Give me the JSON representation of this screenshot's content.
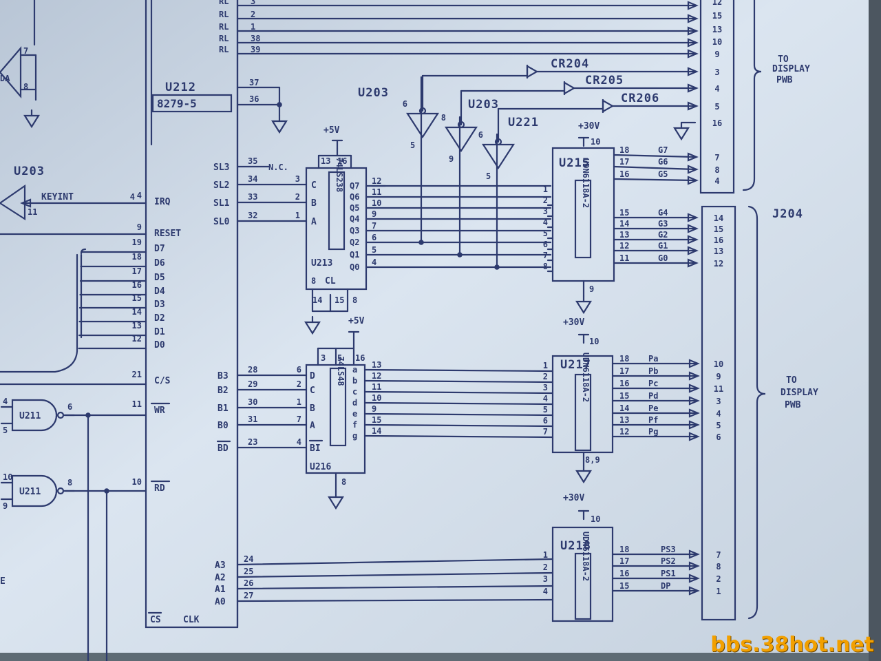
{
  "schematic": {
    "u212": {
      "ref": "U212",
      "part": "8279-5"
    },
    "u203_left": {
      "ref": "U203",
      "signal": "KEYINT",
      "pin_out": "11",
      "pin_in": "4"
    },
    "u212_pins": [
      {
        "name": "IRQ",
        "num": "4"
      },
      {
        "name": "RESET",
        "num": "9"
      },
      {
        "name": "D7",
        "num": "19"
      },
      {
        "name": "D6",
        "num": "18"
      },
      {
        "name": "D5",
        "num": "17"
      },
      {
        "name": "D4",
        "num": "16"
      },
      {
        "name": "D3",
        "num": "15"
      },
      {
        "name": "D2",
        "num": "14"
      },
      {
        "name": "D1",
        "num": "13"
      },
      {
        "name": "D0",
        "num": "12"
      },
      {
        "name": "C/S",
        "num": "21"
      },
      {
        "name": "WR",
        "num": "11"
      },
      {
        "name": "RD",
        "num": "10"
      },
      {
        "name": "CS",
        "num": ""
      },
      {
        "name": "CLK",
        "num": ""
      }
    ],
    "rl_pins": [
      {
        "name": "RL",
        "num": "3"
      },
      {
        "name": "RL",
        "num": "2"
      },
      {
        "name": "RL",
        "num": "1"
      },
      {
        "name": "RL",
        "num": "38"
      },
      {
        "name": "RL",
        "num": "39"
      }
    ],
    "gnd_pins": [
      "37",
      "36"
    ],
    "sl_pins": [
      {
        "name": "SL3",
        "num": "35",
        "note": "N.C."
      },
      {
        "name": "SL2",
        "num": "34"
      },
      {
        "name": "SL1",
        "num": "33"
      },
      {
        "name": "SL0",
        "num": "32"
      }
    ],
    "b_pins": [
      {
        "name": "B3",
        "num": "28"
      },
      {
        "name": "B2",
        "num": "29"
      },
      {
        "name": "B1",
        "num": "30"
      },
      {
        "name": "B0",
        "num": "31"
      },
      {
        "name": "BD",
        "num": "23"
      }
    ],
    "a_pins": [
      {
        "name": "A3",
        "num": "24"
      },
      {
        "name": "A2",
        "num": "25"
      },
      {
        "name": "A1",
        "num": "26"
      },
      {
        "name": "A0",
        "num": "27"
      }
    ],
    "u213": {
      "ref": "U213",
      "part": "74LS238",
      "supply": "+5V",
      "top_pins": [
        "13",
        "16"
      ],
      "bottom_pins": [
        "14",
        "15",
        "8"
      ],
      "clr": "CL",
      "clr_pin": "8",
      "inputs": [
        {
          "name": "C",
          "num": "3"
        },
        {
          "name": "B",
          "num": "2"
        },
        {
          "name": "A",
          "num": "1"
        }
      ],
      "outputs": [
        {
          "name": "Q7",
          "num": "12"
        },
        {
          "name": "Q6",
          "num": "11"
        },
        {
          "name": "Q5",
          "num": "10"
        },
        {
          "name": "Q4",
          "num": "9"
        },
        {
          "name": "Q3",
          "num": "7"
        },
        {
          "name": "Q2",
          "num": "6"
        },
        {
          "name": "Q1",
          "num": "5"
        },
        {
          "name": "Q0",
          "num": "4"
        }
      ]
    },
    "u216": {
      "ref": "U216",
      "part": "74LS48",
      "supply": "+5V",
      "top_pins": [
        "3",
        "5",
        "16"
      ],
      "gnd_pin": "8",
      "inputs": [
        {
          "name": "D",
          "num": "6"
        },
        {
          "name": "C",
          "num": "2"
        },
        {
          "name": "B",
          "num": "1"
        },
        {
          "name": "A",
          "num": "7"
        },
        {
          "name": "BI",
          "num": "4"
        }
      ],
      "outputs": [
        {
          "name": "a",
          "num": "13"
        },
        {
          "name": "b",
          "num": "12"
        },
        {
          "name": "c",
          "num": "11"
        },
        {
          "name": "d",
          "num": "10"
        },
        {
          "name": "e",
          "num": "9"
        },
        {
          "name": "f",
          "num": "15"
        },
        {
          "name": "g",
          "num": "14"
        }
      ]
    },
    "u215": {
      "ref": "U215",
      "part": "UDN6118A-2",
      "supply": "+30V",
      "supply_pin": "10",
      "gnd_pin": "9",
      "inputs": [
        "1",
        "2",
        "3",
        "4",
        "5",
        "6",
        "7",
        "8"
      ],
      "outputs": [
        {
          "num": "18",
          "name": "G7"
        },
        {
          "num": "17",
          "name": "G6"
        },
        {
          "num": "16",
          "name": "G5"
        },
        {
          "num": "15",
          "name": "G4"
        },
        {
          "num": "14",
          "name": "G3"
        },
        {
          "num": "13",
          "name": "G2"
        },
        {
          "num": "12",
          "name": "G1"
        },
        {
          "num": "11",
          "name": "G0"
        }
      ]
    },
    "u217": {
      "ref": "U217",
      "part": "UDN6118A-2",
      "supply": "+30V",
      "supply_pin": "10",
      "gnd_pin": "8,9",
      "inputs": [
        "1",
        "2",
        "3",
        "4",
        "5",
        "6",
        "7"
      ],
      "outputs": [
        {
          "num": "18",
          "name": "Pa"
        },
        {
          "num": "17",
          "name": "Pb"
        },
        {
          "num": "16",
          "name": "Pc"
        },
        {
          "num": "15",
          "name": "Pd"
        },
        {
          "num": "14",
          "name": "Pe"
        },
        {
          "num": "13",
          "name": "Pf"
        },
        {
          "num": "12",
          "name": "Pg"
        }
      ]
    },
    "u218": {
      "ref": "U218",
      "part": "UDN6118A-2",
      "supply": "+30V",
      "supply_pin": "10",
      "inputs": [
        "1",
        "2",
        "3",
        "4"
      ],
      "outputs": [
        {
          "num": "18",
          "name": "PS3"
        },
        {
          "num": "17",
          "name": "PS2"
        },
        {
          "num": "16",
          "name": "PS1"
        },
        {
          "num": "15",
          "name": "DP"
        }
      ]
    },
    "inverters": [
      {
        "ref": "U203",
        "in": "6",
        "out": "5"
      },
      {
        "ref": "U203",
        "in": "8",
        "out": "9"
      },
      {
        "ref": "U221",
        "in": "6",
        "out": "5"
      }
    ],
    "diodes": [
      "CR204",
      "CR205",
      "CR206"
    ],
    "u211": [
      {
        "ref": "U211",
        "out": "6",
        "in_a": "4",
        "in_b": "5"
      },
      {
        "ref": "U211",
        "out": "8",
        "in_a": "10",
        "in_b": "9"
      }
    ],
    "connector_top": {
      "pins": [
        "12",
        "15",
        "13",
        "10",
        "9",
        "3",
        "4",
        "5",
        "16",
        "7",
        "8",
        "4"
      ],
      "label": "TO DISPLAY PWB"
    },
    "connector_j204": {
      "ref": "J204",
      "pins": [
        "14",
        "15",
        "16",
        "13",
        "12",
        "10",
        "9",
        "11",
        "3",
        "4",
        "5",
        "6",
        "7",
        "8",
        "2",
        "1"
      ],
      "label": "TO DISPLAY PWB"
    },
    "misc_left": [
      "7",
      "8",
      "DA",
      "E"
    ]
  },
  "watermark": "bbs.38hot.net",
  "colors": {
    "ink": "#2d3a6e",
    "paper": "#c9d6e6",
    "surround": "#5e6b74",
    "watermark": "#f2a000"
  }
}
